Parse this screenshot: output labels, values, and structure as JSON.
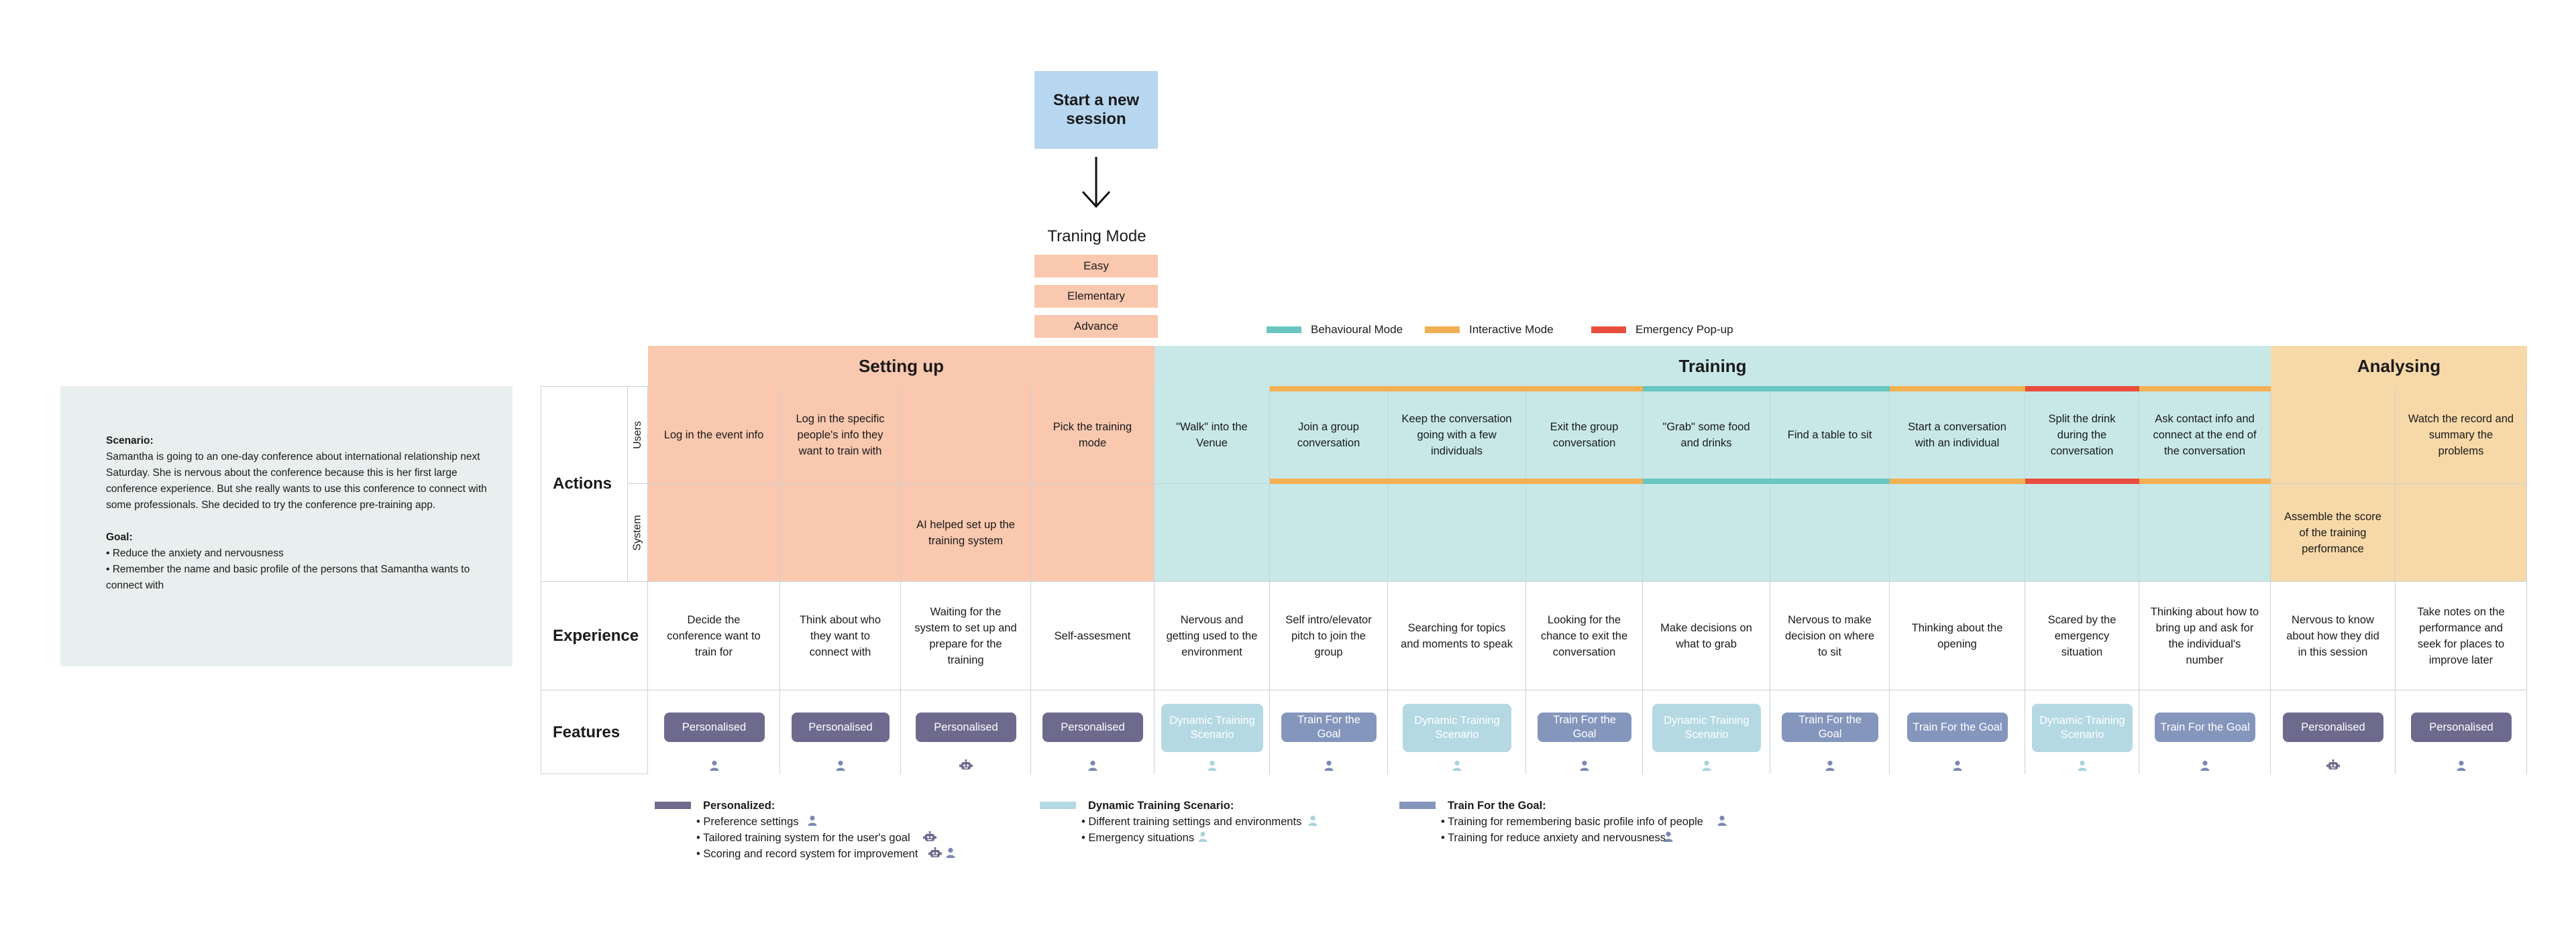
{
  "start": {
    "label": "Start a new session"
  },
  "training_mode": {
    "title": "Traning Mode",
    "levels": [
      "Easy",
      "Elementary",
      "Advance"
    ]
  },
  "mode_legend": [
    {
      "label": "Behavioural Mode",
      "color": "#69c7c0"
    },
    {
      "label": "Interactive Mode",
      "color": "#f3b053"
    },
    {
      "label": "Emergency Pop-up",
      "color": "#e94d3d"
    }
  ],
  "scenario": {
    "heading": "Scenario:",
    "text": "Samantha is going to an one-day conference about international relationship next Saturday. She is nervous about the conference because this is her first large conference experience. But she really wants to use this conference to connect with some professionals. She decided to try the conference pre-training app.",
    "goal_heading": "Goal:",
    "goals": [
      "• Reduce the anxiety and nervousness",
      "• Remember the name and basic profile of the persons that Samantha wants to connect with"
    ]
  },
  "phases": [
    {
      "label": "Setting up",
      "color": "#f9c8af"
    },
    {
      "label": "Training",
      "color": "#c8e8e8"
    },
    {
      "label": "Analysing",
      "color": "#f7d8a8"
    }
  ],
  "row_labels": {
    "actions": "Actions",
    "users": "Users",
    "system": "System",
    "experience": "Experience",
    "features": "Features"
  },
  "columns": [
    {
      "phase": 0,
      "user": "Log in the event info",
      "system": "",
      "experience": "Decide the conference want to train for",
      "feature": "Personalised",
      "ftype": "p",
      "icon": "person",
      "mode": ""
    },
    {
      "phase": 0,
      "user": "Log in the specific people's info they want to train with",
      "system": "",
      "experience": "Think about who they want to connect with",
      "feature": "Personalised",
      "ftype": "p",
      "icon": "person",
      "mode": ""
    },
    {
      "phase": 0,
      "user": "",
      "system": "AI helped set up the training system",
      "experience": "Waiting for the system to set up and prepare for the training",
      "feature": "Personalised",
      "ftype": "p",
      "icon": "robot",
      "mode": ""
    },
    {
      "phase": 0,
      "user": "Pick the training mode",
      "system": "",
      "experience": "Self-assesment",
      "feature": "Personalised",
      "ftype": "p",
      "icon": "person",
      "mode": ""
    },
    {
      "phase": 1,
      "user": "\"Walk\" into the Venue",
      "system": "",
      "experience": "Nervous and getting used to the environment",
      "feature": "Dynamic Training Scenario",
      "ftype": "d",
      "icon": "person-light",
      "mode": ""
    },
    {
      "phase": 1,
      "user": "Join a group conversation",
      "system": "",
      "experience": "Self intro/elevator pitch to join the group",
      "feature": "Train For the Goal",
      "ftype": "t",
      "icon": "person",
      "mode": "interactive"
    },
    {
      "phase": 1,
      "user": "Keep the conversation going with a few individuals",
      "system": "",
      "experience": "Searching for topics and moments to speak",
      "feature": "Dynamic Training Scenario",
      "ftype": "d",
      "icon": "person-light",
      "mode": "interactive"
    },
    {
      "phase": 1,
      "user": "Exit the group conversation",
      "system": "",
      "experience": "Looking for the chance to exit the conversation",
      "feature": "Train For the Goal",
      "ftype": "t",
      "icon": "person",
      "mode": "interactive"
    },
    {
      "phase": 1,
      "user": "\"Grab\" some food and drinks",
      "system": "",
      "experience": "Make decisions on what to grab",
      "feature": "Dynamic Training Scenario",
      "ftype": "d",
      "icon": "person-light",
      "mode": "behavioural"
    },
    {
      "phase": 1,
      "user": "Find a table to sit",
      "system": "",
      "experience": "Nervous to make decision on where to sit",
      "feature": "Train For the Goal",
      "ftype": "t",
      "icon": "person",
      "mode": "behavioural"
    },
    {
      "phase": 1,
      "user": "Start a conversation with an individual",
      "system": "",
      "experience": "Thinking about the opening",
      "feature": "Train For the Goal",
      "ftype": "t",
      "icon": "person",
      "mode": "interactive"
    },
    {
      "phase": 1,
      "user": "Split the drink during the conversation",
      "system": "",
      "experience": "Scared by the emergency situation",
      "feature": "Dynamic Training Scenario",
      "ftype": "d",
      "icon": "person-light",
      "mode": "emergency"
    },
    {
      "phase": 1,
      "user": "Ask contact info and connect at the end of the conversation",
      "system": "",
      "experience": "Thinking about how to bring up and ask for the individual's number",
      "feature": "Train For the Goal",
      "ftype": "t",
      "icon": "person",
      "mode": "interactive"
    },
    {
      "phase": 2,
      "user": "",
      "system": "Assemble the score of the training performance",
      "experience": "Nervous to know about how they did in this session",
      "feature": "Personalised",
      "ftype": "p",
      "icon": "robot",
      "mode": ""
    },
    {
      "phase": 2,
      "user": "Watch the record and summary the problems",
      "system": "",
      "experience": "Take notes on the performance and seek for places to improve later",
      "feature": "Personalised",
      "ftype": "p",
      "icon": "person",
      "mode": ""
    }
  ],
  "feature_colors": {
    "p": "#6e6a8e",
    "d": "#b5d9e3",
    "t": "#8596bd"
  },
  "feature_legend": [
    {
      "title": "Personalized:",
      "color": "#6e6a8e",
      "items": [
        "• Preference settings",
        "• Tailored training system for the user's goal",
        "• Scoring and record system for improvement"
      ]
    },
    {
      "title": "Dynamic Training Scenario:",
      "color": "#b5d9e3",
      "items": [
        "• Different training settings and environments",
        "• Emergency situations"
      ]
    },
    {
      "title": "Train For the Goal:",
      "color": "#8596bd",
      "items": [
        "• Training for remembering basic profile info of people",
        "• Training for reduce anxiety and nervousness"
      ]
    }
  ]
}
